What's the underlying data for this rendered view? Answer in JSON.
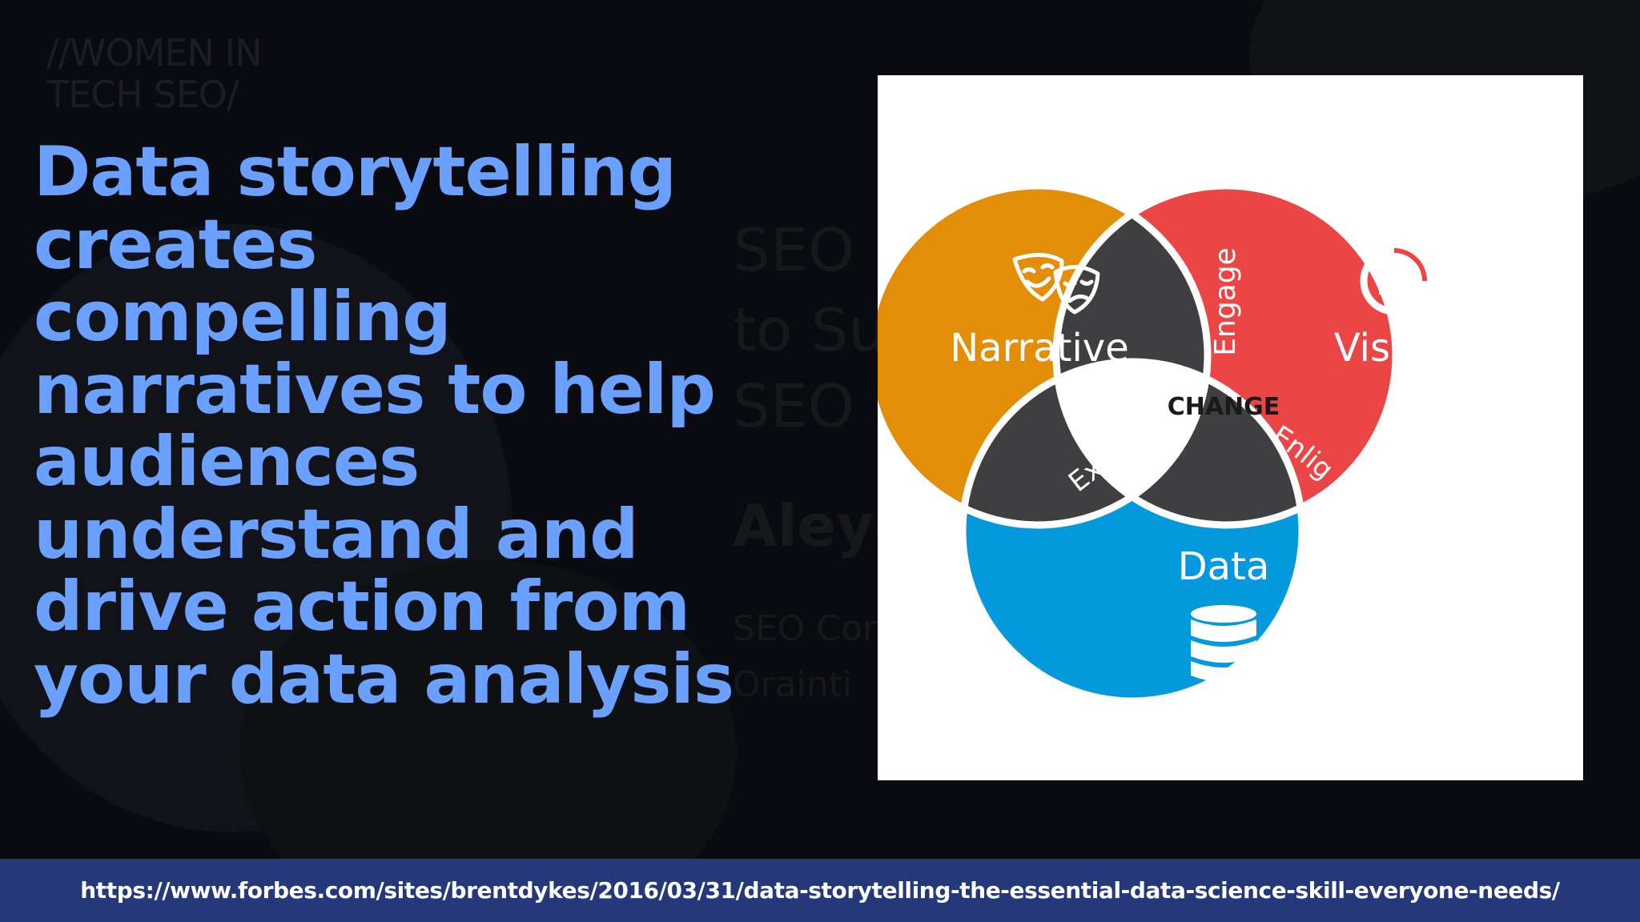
{
  "slide": {
    "logo_text": [
      "//WOMEN IN",
      "TECH SEO/"
    ],
    "headline_lines": [
      "Data storytelling",
      "creates",
      "compelling",
      "narratives to help",
      "audiences",
      "understand and",
      "drive action from",
      "your data analysis"
    ],
    "background_partial_text": {
      "line1": "SEO F",
      "line2": "to Su",
      "line3": "SEO F",
      "name": "Aleyd",
      "role": "SEO Con",
      "company": "Orainti"
    }
  },
  "diagram": {
    "center_label": "CHANGE",
    "circles": {
      "narrative": {
        "label": "Narrative",
        "icon": "theater-masks-icon",
        "color": "#e38e08"
      },
      "visuals": {
        "label": "Visuals",
        "icon": "bar-chart-ring-icon",
        "color": "#eb4546"
      },
      "data": {
        "label": "Data",
        "icon": "database-icon",
        "color": "#0399dc"
      }
    },
    "intersections": {
      "engage": "Engage",
      "explain": "Explain",
      "enlighten": "Enlighten"
    },
    "intersection_color": "#3f3e41"
  },
  "footer": {
    "url": "https://www.forbes.com/sites/brentdykes/2016/03/31/data-storytelling-the-essential-data-science-skill-everyone-needs/"
  }
}
